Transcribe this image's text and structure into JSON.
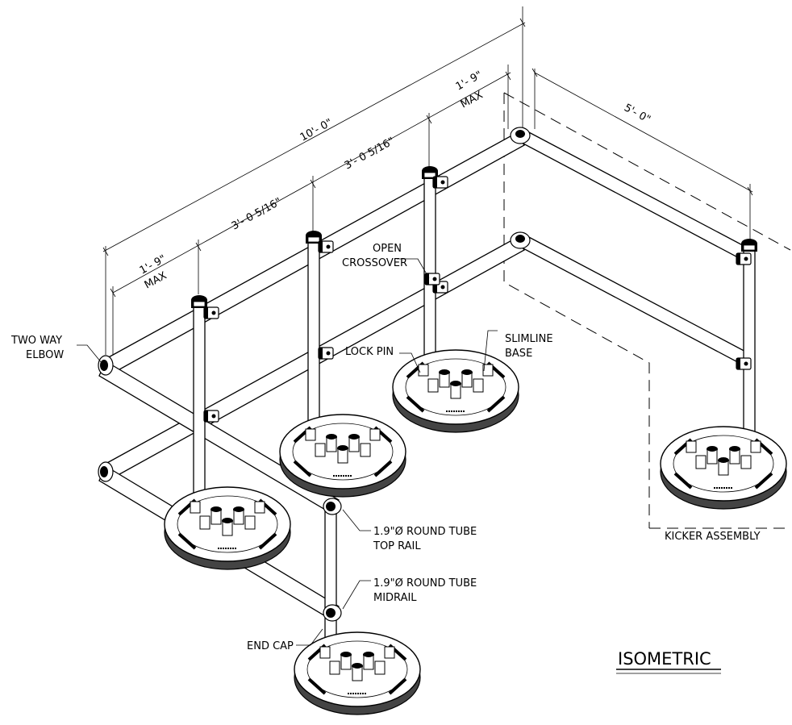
{
  "dimensions": {
    "overall_length": "10'- 0\"",
    "bay_spacing_1": "3'- 0 5/16\"",
    "bay_spacing_2": "3'- 0 5/16\"",
    "end_overhang_left": "1'- 9\"",
    "end_overhang_left_qualifier": "MAX",
    "end_overhang_right": "1'- 9\"",
    "end_overhang_right_qualifier": "MAX",
    "return_length": "5'- 0\""
  },
  "callouts": {
    "two_way_elbow": [
      "TWO WAY",
      "ELBOW"
    ],
    "open_crossover": [
      "OPEN",
      "CROSSOVER"
    ],
    "lock_pin": "LOCK PIN",
    "slimline_base": [
      "SLIMLINE",
      "BASE"
    ],
    "top_rail": [
      "1.9\"Ø ROUND TUBE",
      "TOP RAIL"
    ],
    "midrail": [
      "1.9\"Ø ROUND TUBE",
      "MIDRAIL"
    ],
    "end_cap": "END CAP",
    "kicker_assembly": "KICKER ASSEMBLY"
  },
  "view_title": "ISOMETRIC"
}
